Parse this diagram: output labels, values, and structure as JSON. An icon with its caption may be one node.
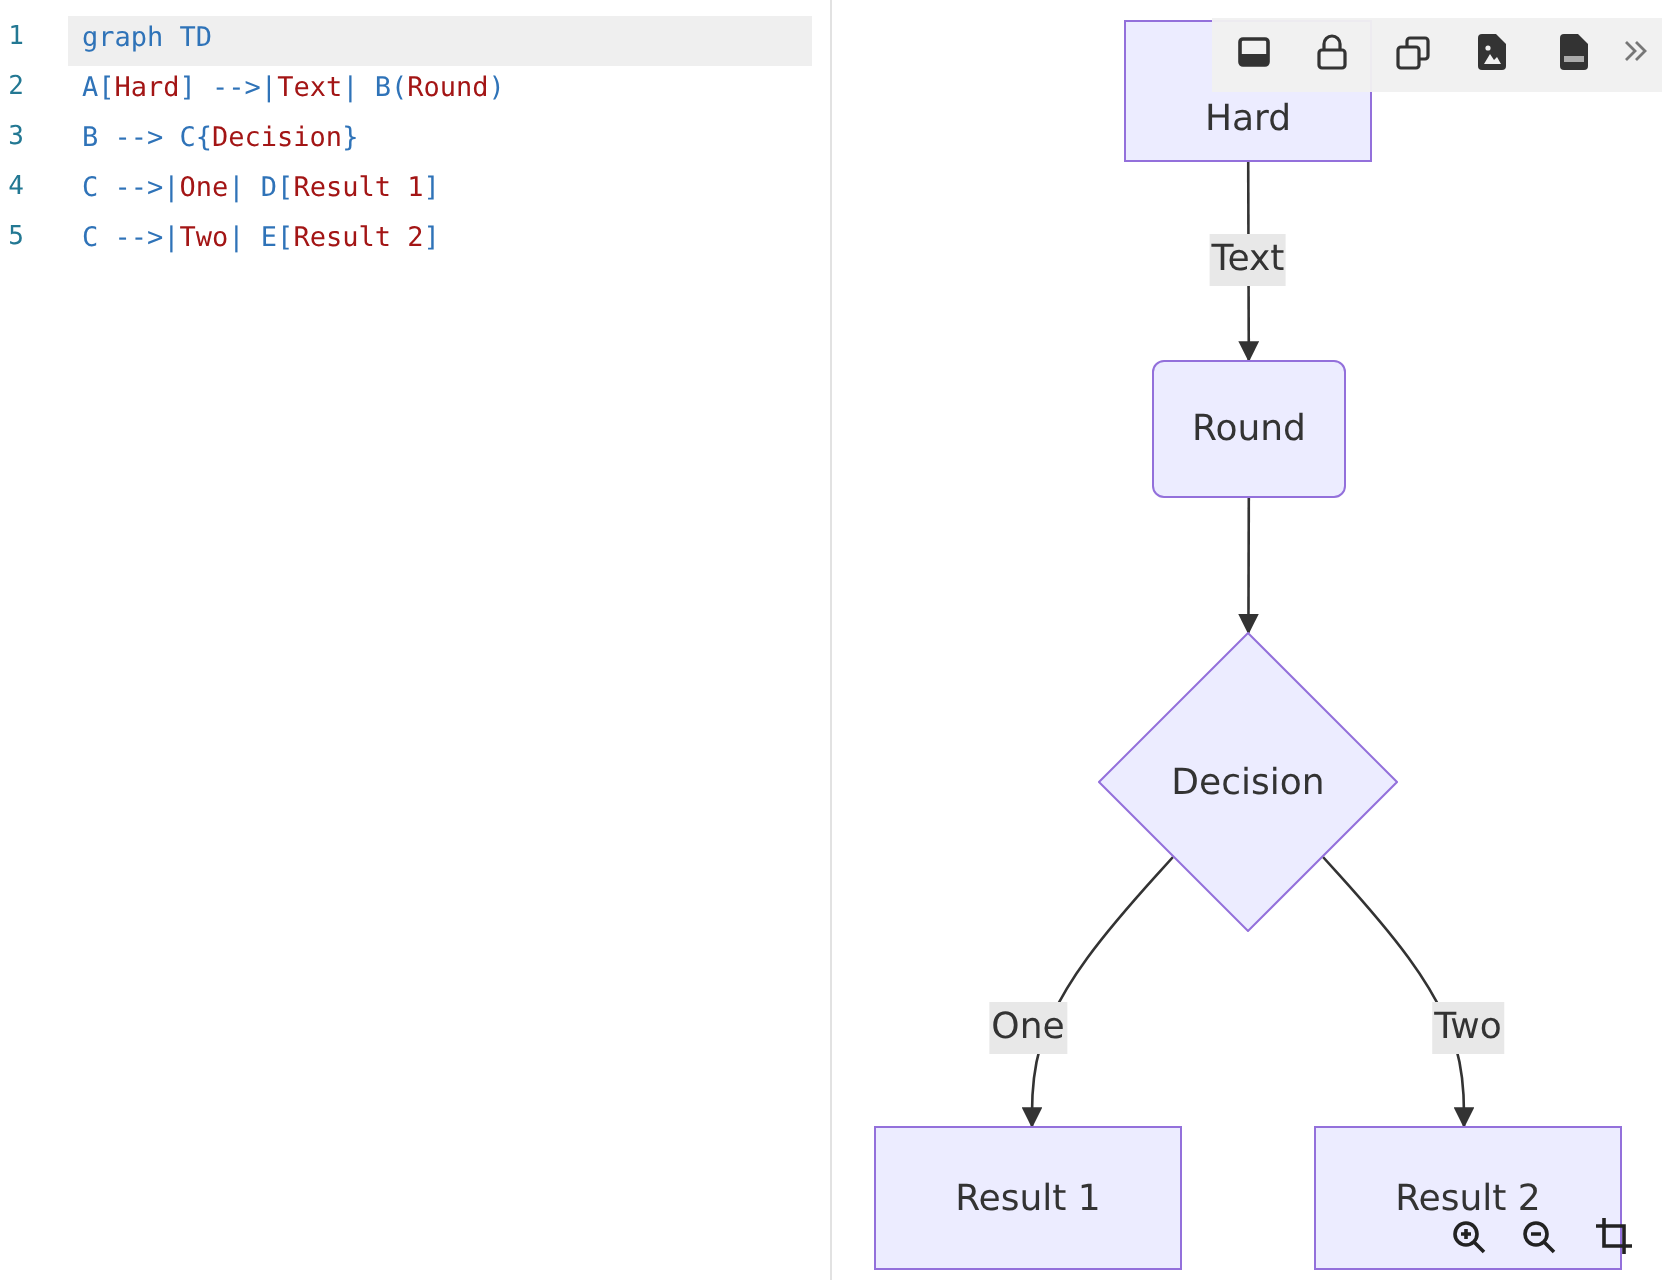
{
  "diagram": {
    "nodes": [
      {
        "text": [
          "Hard"
        ]
      },
      {
        "text": [
          "Round"
        ]
      },
      {
        "text": [
          "Decision"
        ]
      },
      {
        "text": [
          "Result 1"
        ]
      },
      {
        "text": [
          "Result 2"
        ]
      }
    ],
    "edges": [
      {
        "from": 0,
        "to": 1,
        "arrow": "to",
        "label": "Text"
      },
      {
        "from": 1,
        "to": 2,
        "arrow": "to"
      },
      {
        "from": 2,
        "to": 3,
        "arrow": "to",
        "label": "One"
      },
      {
        "from": 2,
        "to": 4,
        "arrow": "to",
        "label": "Two"
      }
    ],
    "labels": [
      "1",
      "graph TD",
      "2",
      "A[Hard] -->|Text| B(Round)",
      "3",
      "B --> C{Decision}",
      "4",
      "C -->|One| D[Result 1]",
      "5",
      "C -->|Two| E[Result 2]"
    ]
  }
}
